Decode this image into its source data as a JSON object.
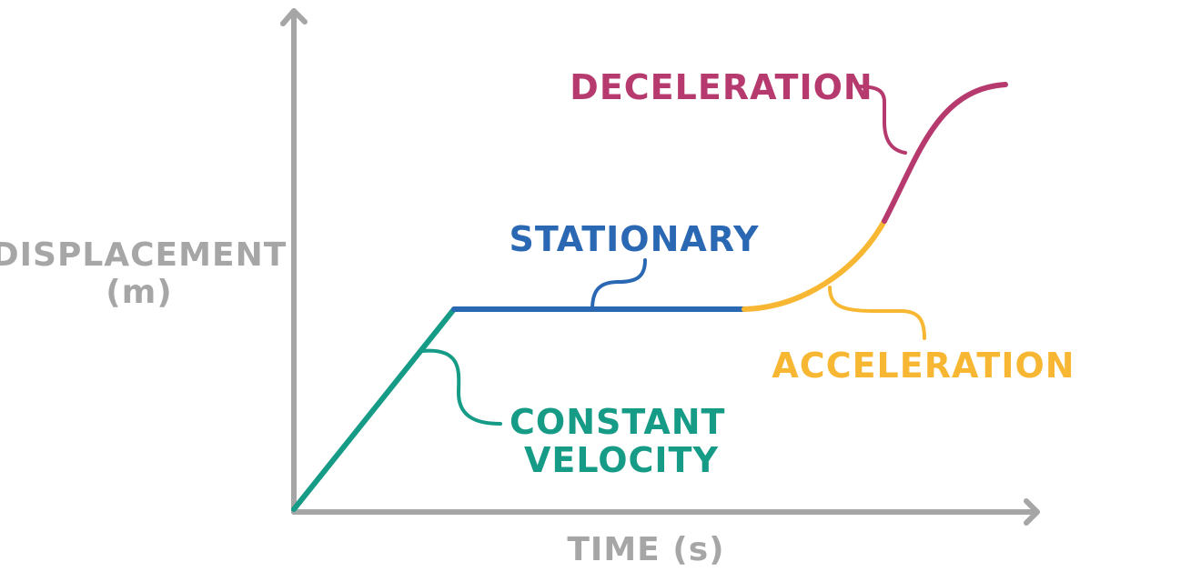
{
  "axes": {
    "y_label_line1": "DISPLACEMENT",
    "y_label_line2": "(m)",
    "x_label": "TIME (s)",
    "color": "#a6a6a6"
  },
  "segments": {
    "constant_velocity": {
      "label_line1": "CONSTANT",
      "label_line2": "VELOCITY",
      "color": "#169b86"
    },
    "stationary": {
      "label": "STATIONARY",
      "color": "#2a68b4"
    },
    "acceleration": {
      "label": "ACCELERATION",
      "color": "#f8b732"
    },
    "deceleration": {
      "label": "DECELERATION",
      "color": "#b63a6e"
    }
  }
}
